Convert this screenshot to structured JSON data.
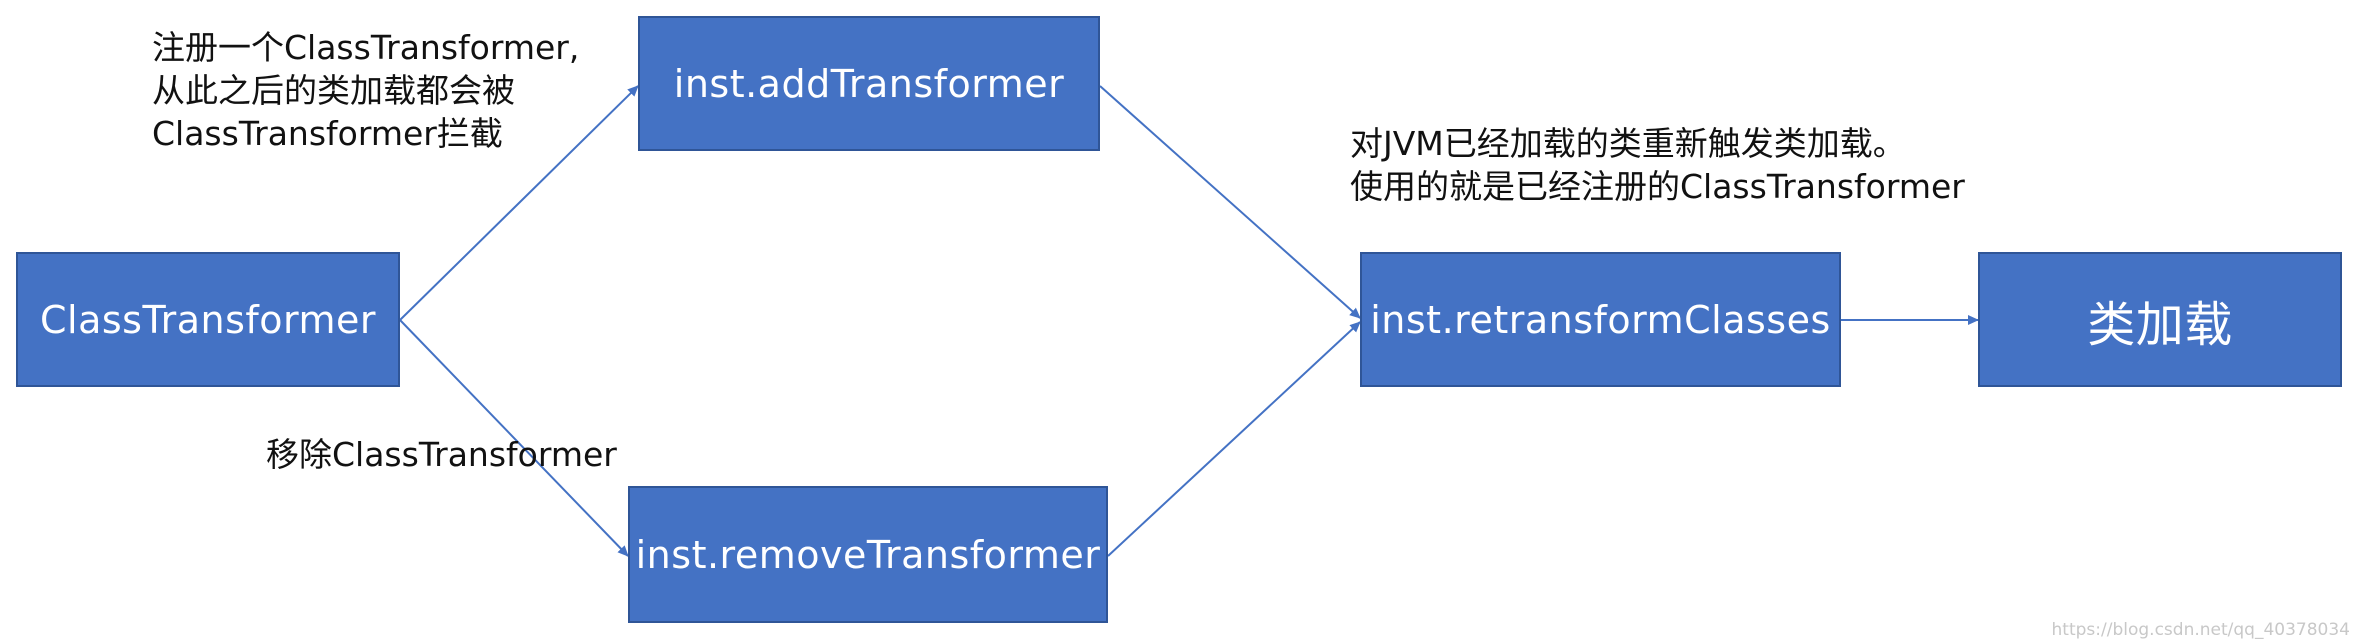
{
  "nodes": {
    "class_transformer": "ClassTransformer",
    "add_transformer": "inst.addTransformer",
    "remove_transformer": "inst.removeTransformer",
    "retransform_classes": "inst.retransformClasses",
    "class_loading": "类加载"
  },
  "annotations": {
    "register_note": [
      "注册一个ClassTransformer,",
      "从此之后的类加载都会被",
      "ClassTransformer拦截"
    ],
    "retransform_note": [
      "对JVM已经加载的类重新触发类加载。",
      "使用的就是已经注册的ClassTransformer"
    ],
    "remove_note": "移除ClassTransformer"
  },
  "watermark": "https://blog.csdn.net/qq_40378034",
  "colors": {
    "box_fill": "#4472c4",
    "box_border": "#2f5597",
    "connector": "#4472c4"
  }
}
